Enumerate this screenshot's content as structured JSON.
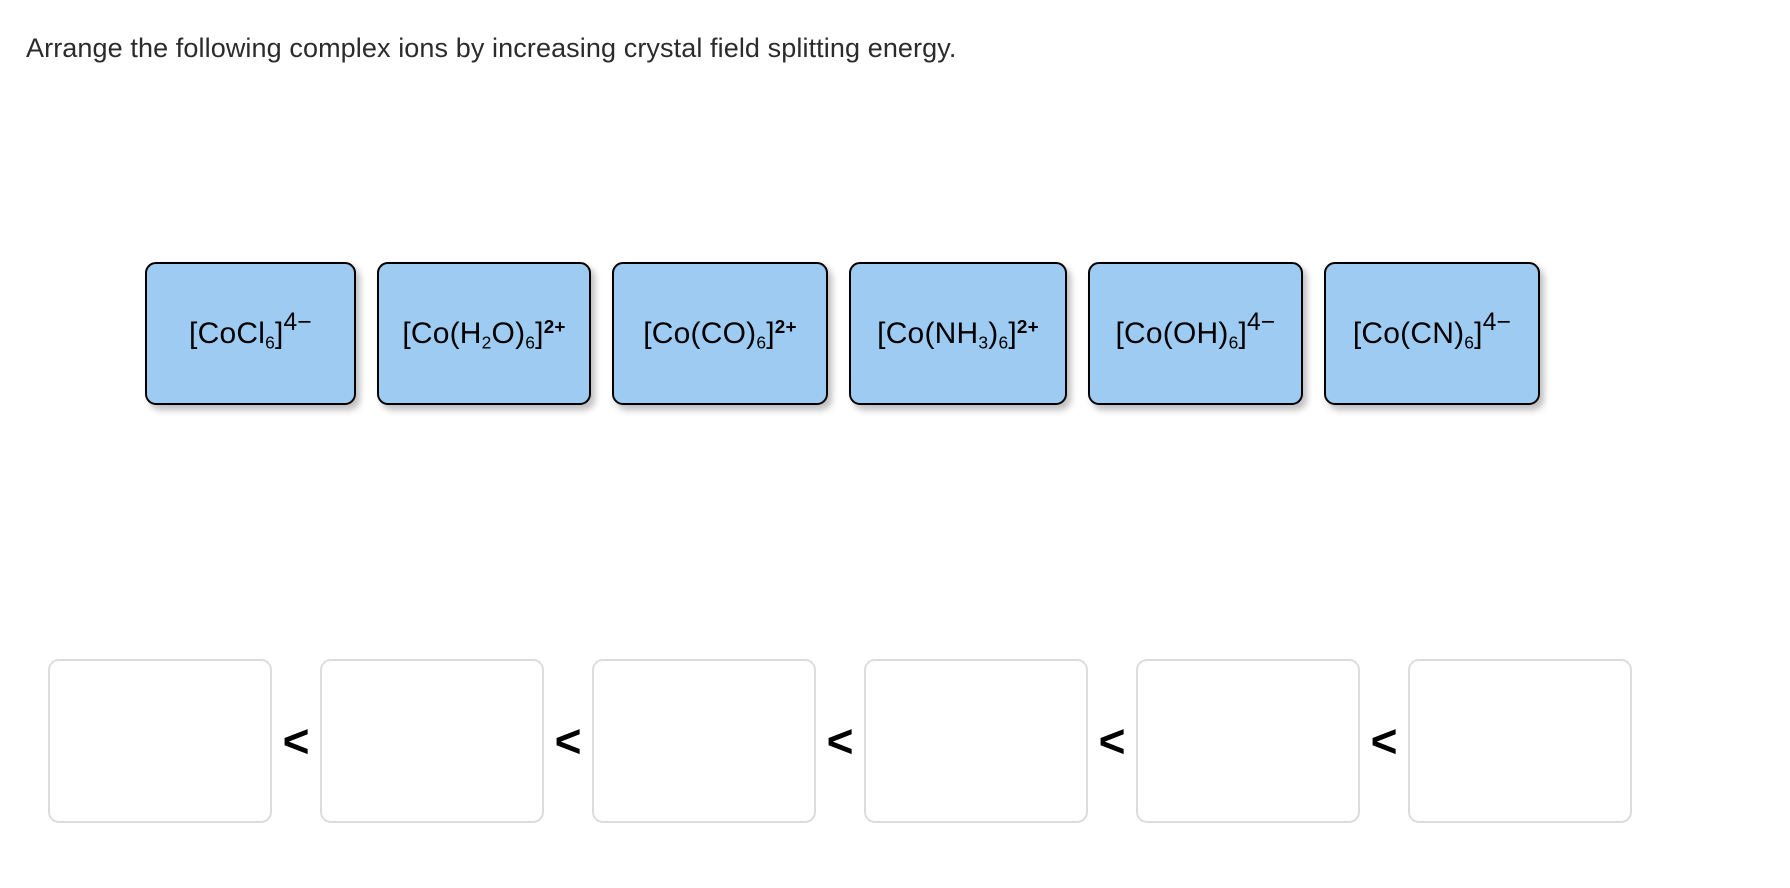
{
  "prompt": {
    "text": "Arrange the following complex ions by increasing crystal field splitting energy."
  },
  "colors": {
    "tile_fill": "#9ecbf2",
    "tile_border": "#000000",
    "dropzone_border": "#dddddd",
    "text": "#000000",
    "page_background": "#ffffff"
  },
  "tiles": [
    {
      "id": "cocl6",
      "formula": "[CoCl6]4-",
      "parts": {
        "open": "[CoCl",
        "sub": "6",
        "close": "]",
        "charge": "4−"
      },
      "charge_style": "large"
    },
    {
      "id": "co-h2o-6",
      "formula": "[Co(H2O)6]2+",
      "parts": {
        "open": "[Co(H",
        "sub1": "2",
        "mid": "O)",
        "sub": "6",
        "close": "]",
        "charge": "2+"
      },
      "charge_style": "small"
    },
    {
      "id": "co-co-6",
      "formula": "[Co(CO)6]2+",
      "parts": {
        "open": "[Co(CO)",
        "sub": "6",
        "close": "]",
        "charge": "2+"
      },
      "charge_style": "small"
    },
    {
      "id": "co-nh3-6",
      "formula": "[Co(NH3)6]2+",
      "parts": {
        "open": "[Co(NH",
        "sub1": "3",
        "mid": ")",
        "sub": "6",
        "close": "]",
        "charge": "2+"
      },
      "charge_style": "small"
    },
    {
      "id": "co-oh-6",
      "formula": "[Co(OH)6]4-",
      "parts": {
        "open": "[Co(OH)",
        "sub": "6",
        "close": "]",
        "charge": "4−"
      },
      "charge_style": "large"
    },
    {
      "id": "co-cn-6",
      "formula": "[Co(CN)6]4-",
      "parts": {
        "open": "[Co(CN)",
        "sub": "6",
        "close": "]",
        "charge": "4−"
      },
      "charge_style": "large"
    }
  ],
  "answer_row": {
    "separator": "<",
    "slots": [
      {
        "index": 1,
        "value": ""
      },
      {
        "index": 2,
        "value": ""
      },
      {
        "index": 3,
        "value": ""
      },
      {
        "index": 4,
        "value": ""
      },
      {
        "index": 5,
        "value": ""
      },
      {
        "index": 6,
        "value": ""
      }
    ]
  }
}
